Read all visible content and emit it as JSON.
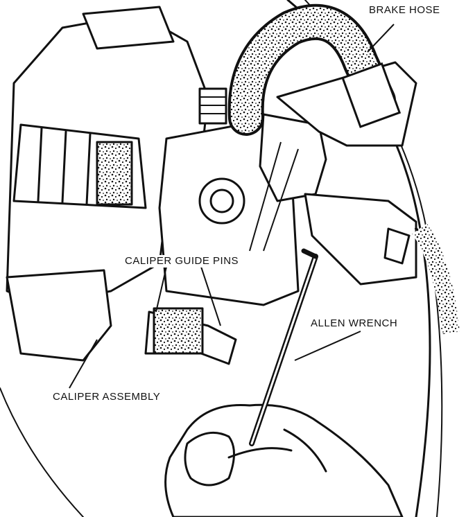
{
  "labels": {
    "brake_hose": "BRAKE HOSE",
    "caliper_guide_pins": "CALIPER GUIDE PINS",
    "allen_wrench": "ALLEN WRENCH",
    "caliper_assembly": "CALIPER ASSEMBLY"
  },
  "colors": {
    "ink": "#111111",
    "paper": "#ffffff"
  }
}
